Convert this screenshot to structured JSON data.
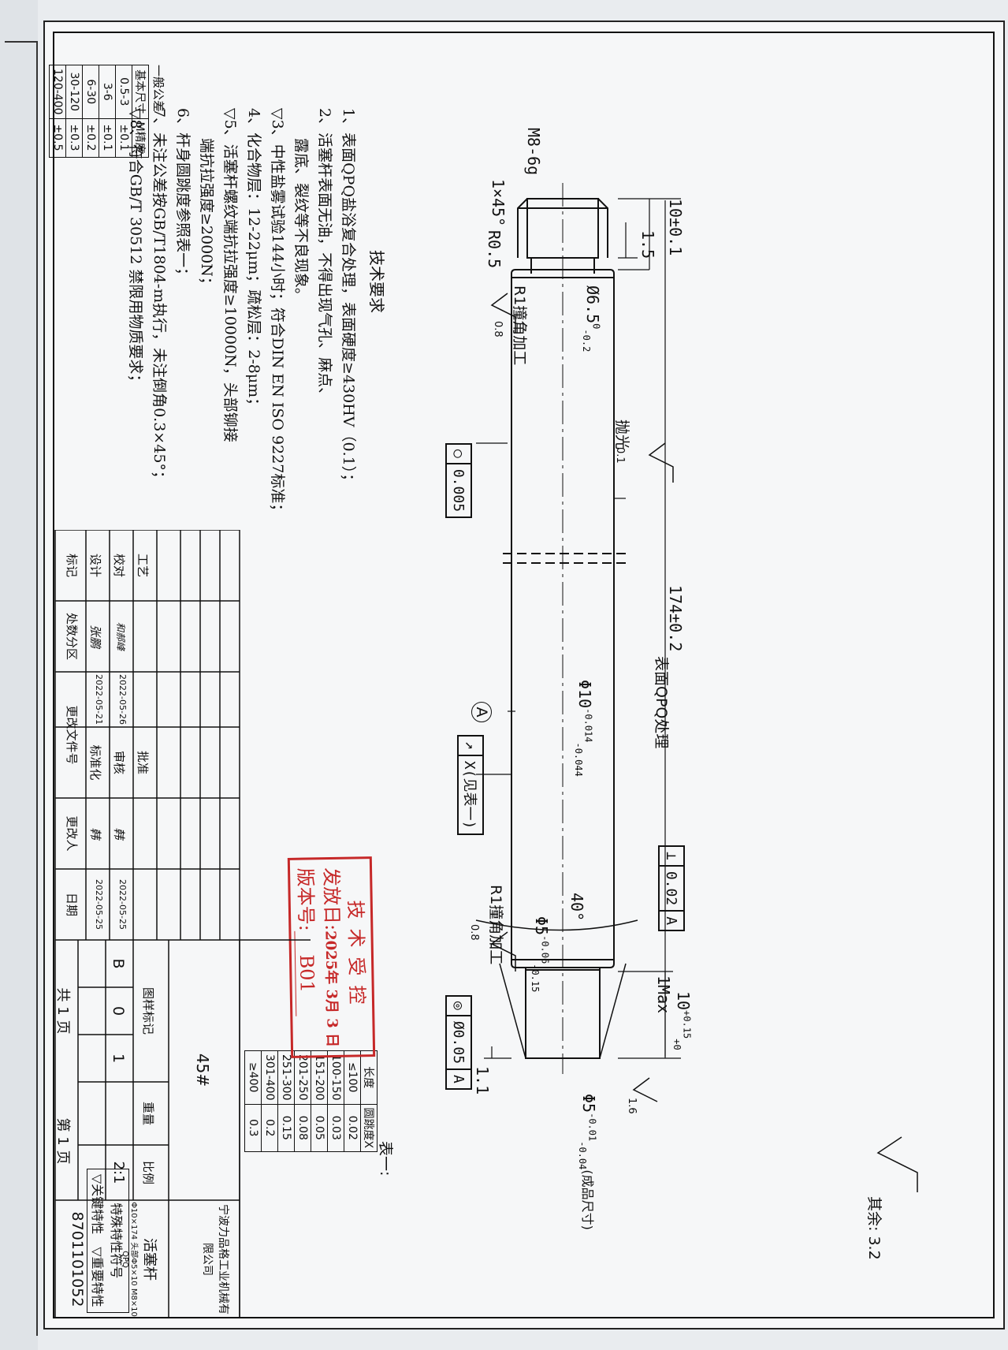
{
  "general_tolerance": {
    "title": "一般公差",
    "headers": [
      "基本尺寸",
      "M精度"
    ],
    "rows": [
      [
        "0.5-3",
        "±0.1"
      ],
      [
        "3-6",
        "±0.1"
      ],
      [
        "6-30",
        "±0.2"
      ],
      [
        "30-120",
        "±0.3"
      ],
      [
        "120-400",
        "±0.5"
      ]
    ]
  },
  "special_char": {
    "title": "特殊特性符号",
    "key_label": "▽关键特性",
    "important_label": "▽重要特性"
  },
  "roughness_rest": {
    "label": "其余:",
    "value": "3.2"
  },
  "dims": {
    "thread": "M8-6g",
    "chamfer": "1×45°",
    "radius": "R0.5",
    "rough_08a": "0.8",
    "rough_08b": "0.8",
    "rough_01": "0.1",
    "rough_16": "1.6",
    "thread_len": "1.5",
    "thread_section": "10±0.1",
    "d65": "Ø6.5",
    "d65_tol_up": "0",
    "d65_tol_low": "-0.2",
    "d10": "Φ10",
    "d10_tol_up": "-0.014",
    "d10_tol_low": "-0.044",
    "d5a": "Φ5",
    "d5a_tol_up": "-0.06",
    "d5a_tol_low": "-0.15",
    "d5b": "Φ5",
    "d5b_tol_up": "-0.01",
    "d5b_tol_low": "-0.04",
    "d5b_note": "(成品尺寸)",
    "total_len": "174±0.2",
    "angle": "40°",
    "max1": "1Max",
    "tip_len": "10",
    "tip_tol_up": "+0.15",
    "tip_tol_low": "+0",
    "tip_gap": "1.1",
    "r1_a": "R1撞角加工",
    "r1_b": "R1撞角加工",
    "polish": "抛光",
    "qpq": "表面QPQ处理",
    "datum": "A"
  },
  "fcf": {
    "round": {
      "sym": "○",
      "value": "0.005"
    },
    "runout": {
      "sym": "↗",
      "value": "X(见表一)"
    },
    "perp": {
      "sym": "⊥",
      "value": "0.02",
      "datum": "A"
    },
    "conc": {
      "sym": "◎",
      "value": "Ø0.05",
      "datum": "A"
    }
  },
  "tech_req": {
    "title": "技术要求",
    "lines": [
      "1、表面QPQ盐浴复合处理，表面硬度≥430HV（0.1）；",
      "2、活塞杆表面无油，不得出现气孔、麻点、",
      "　　露底、裂纹等不良现象。",
      "▽3、中性盐雾试验144小时；符合DIN EN ISO 9227标准；",
      "4、化合物层：12-22μm；疏松层：2-8μm；",
      "▽5、活塞杆螺纹端抗拉强度≥10000N，头部铆接",
      "　　端抗拉强度≥2000N；",
      "6、杆身圆跳度参照表一；",
      "7、未注公差按GB/T1804-m执行，未注倒角0.3×45°；",
      "▽8、符合GB/T 30512 禁限用物质要求；"
    ]
  },
  "runout_table": {
    "title": "表一:",
    "headers": [
      "长度",
      "圆跳度X"
    ],
    "rows": [
      [
        "≤100",
        "0.02"
      ],
      [
        "100-150",
        "0.03"
      ],
      [
        "151-200",
        "0.05"
      ],
      [
        "201-250",
        "0.08"
      ],
      [
        "251-300",
        "0.15"
      ],
      [
        "301-400",
        "0.2"
      ],
      [
        "≥400",
        "0.3"
      ]
    ]
  },
  "stamp": {
    "line1": "技术受控",
    "line2_label": "发放日:",
    "line2_value": "2025年 3月 3 日",
    "line3_label": "版本号:",
    "line3_value": "B01"
  },
  "title_block": {
    "material": "45#",
    "rev_headers": [
      "标记",
      "处数",
      "分区",
      "更改文件号",
      "更改人",
      "日期"
    ],
    "design": "设计",
    "check": "校对",
    "process": "工艺",
    "standard": "标准化",
    "review": "审核",
    "approve": "批准",
    "sig_design": "张鹏",
    "sig_check": "和郝峰",
    "sig_std": "韩",
    "sig_review": "韩",
    "date1": "2022-05-21",
    "date2": "2022-05-26",
    "date3": "2022-05-25",
    "date4": "2022-05-25",
    "sample_mark": "图样标记",
    "weight": "重量",
    "scale_label": "比例",
    "scale": "2:1",
    "marks": [
      "B",
      "0",
      "1"
    ],
    "total_pages": "共 1 页",
    "page_no": "第 1 页",
    "company": "宁波力品格工业机械有限公司",
    "part_name": "活塞杆",
    "part_spec": "Φ10×174 头部Φ5×10 M8×10 QPQ",
    "drawing_no": "8701101052"
  }
}
